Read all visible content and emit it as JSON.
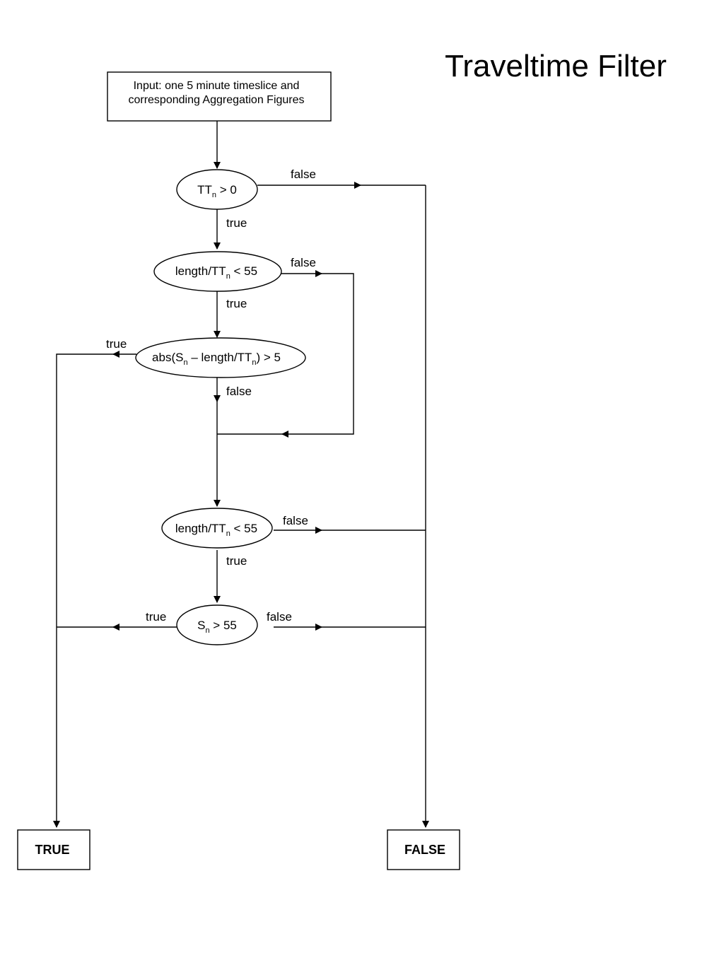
{
  "title": "Traveltime Filter",
  "input_box": {
    "line1": "Input: one 5 minute timeslice and",
    "line2": "corresponding Aggregation Figures"
  },
  "nodes": {
    "n1": {
      "pre": "TT",
      "sub": "n",
      "post": " > 0"
    },
    "n2": {
      "pre": "length/TT",
      "sub": "n",
      "post": " < 55"
    },
    "n3": {
      "p1": "abs(S",
      "s1": "n",
      "p2": " – length/TT",
      "s2": "n",
      "p3": ") > 5"
    },
    "n4": {
      "pre": "length/TT",
      "sub": "n",
      "post": " < 55"
    },
    "n5": {
      "pre": "S",
      "sub": "n",
      "post": " > 55"
    }
  },
  "edge_labels": {
    "n1_false": "false",
    "n1_true": "true",
    "n2_false": "false",
    "n2_true": "true",
    "n3_true": "true",
    "n3_false": "false",
    "n4_false": "false",
    "n4_true": "true",
    "n5_true": "true",
    "n5_false": "false"
  },
  "terminals": {
    "true_label": "TRUE",
    "false_label": "FALSE"
  }
}
